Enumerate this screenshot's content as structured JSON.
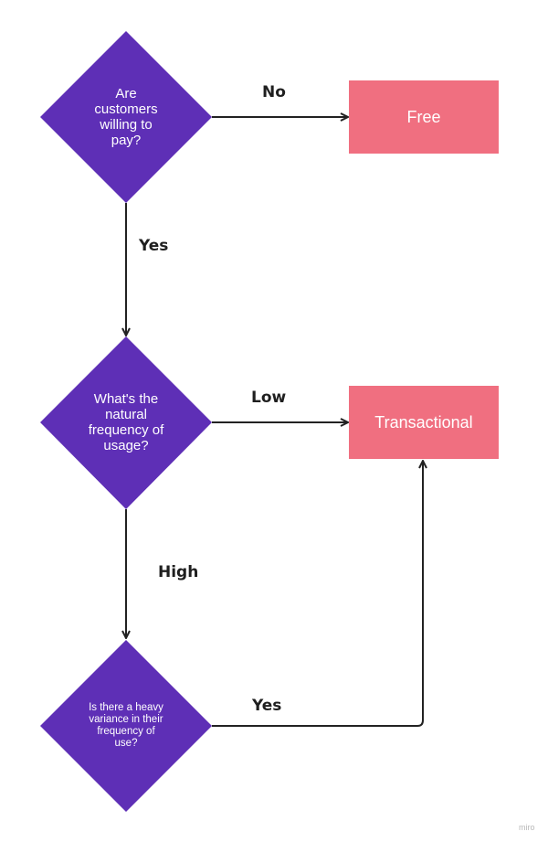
{
  "colors": {
    "decision": "#5e2fb6",
    "outcome": "#f06f80",
    "edge": "#222222",
    "label_text": "#1f1f1f"
  },
  "decisions": [
    {
      "id": "willing",
      "text": "Are customers willing to pay?"
    },
    {
      "id": "frequency",
      "text": "What's the natural frequency of usage?"
    },
    {
      "id": "variance",
      "text": "Is there a heavy variance in their frequency of use?"
    }
  ],
  "outcomes": [
    {
      "id": "free",
      "text": "Free"
    },
    {
      "id": "transactional",
      "text": "Transactional"
    }
  ],
  "edges": [
    {
      "from": "willing",
      "to": "free",
      "label": "No"
    },
    {
      "from": "willing",
      "to": "frequency",
      "label": "Yes"
    },
    {
      "from": "frequency",
      "to": "transactional",
      "label": "Low"
    },
    {
      "from": "frequency",
      "to": "variance",
      "label": "High"
    },
    {
      "from": "variance",
      "to": "transactional",
      "label": "Yes"
    }
  ],
  "watermark": "miro"
}
